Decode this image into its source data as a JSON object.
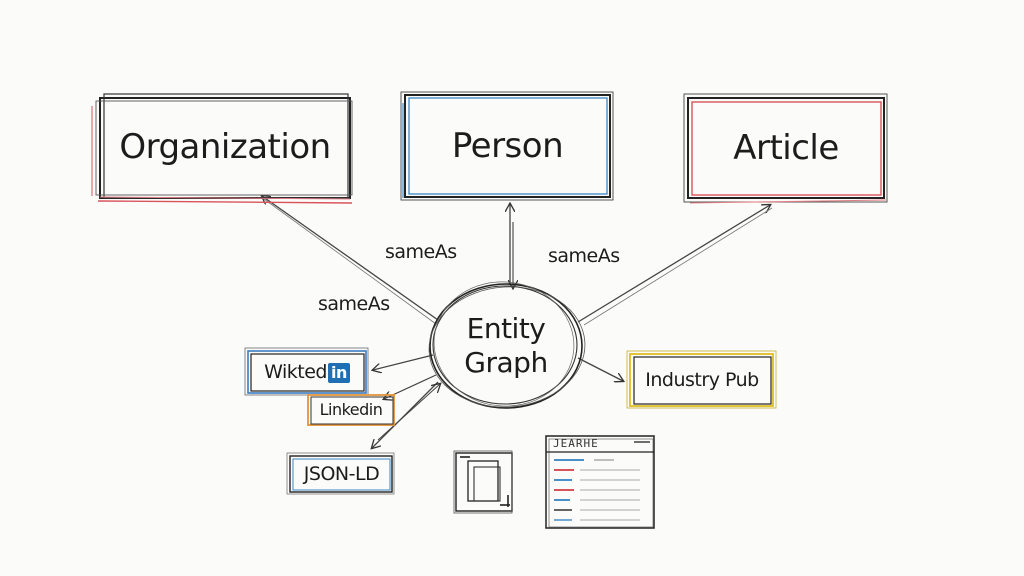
{
  "colors": {
    "ink": "#1c1c1c",
    "organization_accent": "#d9535b",
    "person_accent": "#4a90c8",
    "article_accent": "#d9535b",
    "wiki_accent": "#3b7cc2",
    "linkedin_accent": "#e2943a",
    "industry_accent": "#e0c43a",
    "json_accent": "#4a90c8",
    "linkedin_brand": "#1f6fb2"
  },
  "nodes": {
    "organization": "Organization",
    "person": "Person",
    "article": "Article",
    "entity_graph_line1": "Entity",
    "entity_graph_line2": "Graph",
    "wiki_text": "Wikted",
    "wiki_badge": "in",
    "linkedin": "Linkedin",
    "json_ld": "JSON-LD",
    "industry_pub": "Industry Pub"
  },
  "edge_labels": {
    "same_as_1": "sameAs",
    "same_as_2": "sameAs",
    "same_as_3": "sameAs"
  },
  "doodles": {
    "search_title": "JEARHE",
    "doc_icon": "document-stack-icon",
    "search_icon": "search-results-page-icon"
  }
}
